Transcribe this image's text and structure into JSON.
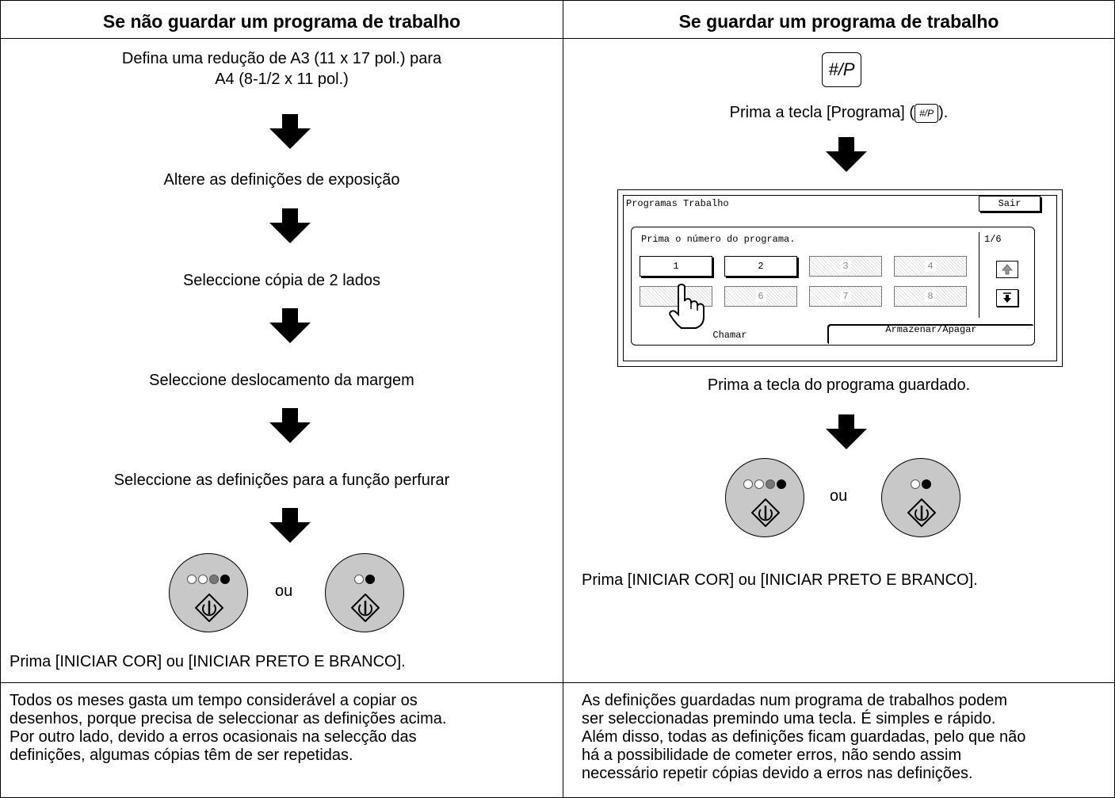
{
  "headers": {
    "left": "Se não guardar um programa de trabalho",
    "right": "Se guardar um programa de trabalho"
  },
  "left_steps": [
    {
      "line1": "Defina uma redução de A3 (11 x 17 pol.) para",
      "line2": "A4 (8-1/2 x 11 pol.)"
    },
    {
      "line1": "Altere as definições de exposição"
    },
    {
      "line1": "Seleccione cópia de 2 lados"
    },
    {
      "line1": "Seleccione deslocamento da margem"
    },
    {
      "line1": "Seleccione as definições para a função perfurar"
    }
  ],
  "left_start_caption": "Prima [INICIAR COR] ou [INICIAR PRETO E BRANCO].",
  "or_word": "ou",
  "program_key_label": "#/P",
  "right_step1": "Prima a tecla [Programa] (",
  "right_step1_end": ").",
  "lcd": {
    "title": "Programas Trabalho",
    "exit_label": "Sair",
    "prompt": "Prima o número do programa.",
    "page": "1/6",
    "buttons": [
      "1",
      "2",
      "3",
      "4",
      "5",
      "6",
      "7",
      "8"
    ],
    "tab_call": "Chamar",
    "tab_store": "Armazenar/Apagar"
  },
  "right_step2": "Prima a tecla do programa guardado.",
  "right_start_caption": "Prima [INICIAR COR] ou [INICIAR PRETO E BRANCO].",
  "left_bottom": [
    "Todos os meses gasta um tempo considerável a copiar os",
    "desenhos, porque precisa de seleccionar as definições acima.",
    "Por outro lado, devido a erros ocasionais na selecção das",
    "definições, algumas cópias têm de ser repetidas."
  ],
  "right_bottom": [
    "As definições guardadas num programa de trabalhos podem",
    "ser seleccionadas premindo uma tecla. É simples e rápido.",
    "Além disso, todas as definições ficam guardadas, pelo que não",
    "há a possibilidade de cometer erros, não sendo assim",
    "necessário repetir cópias devido a erros nas definições."
  ]
}
